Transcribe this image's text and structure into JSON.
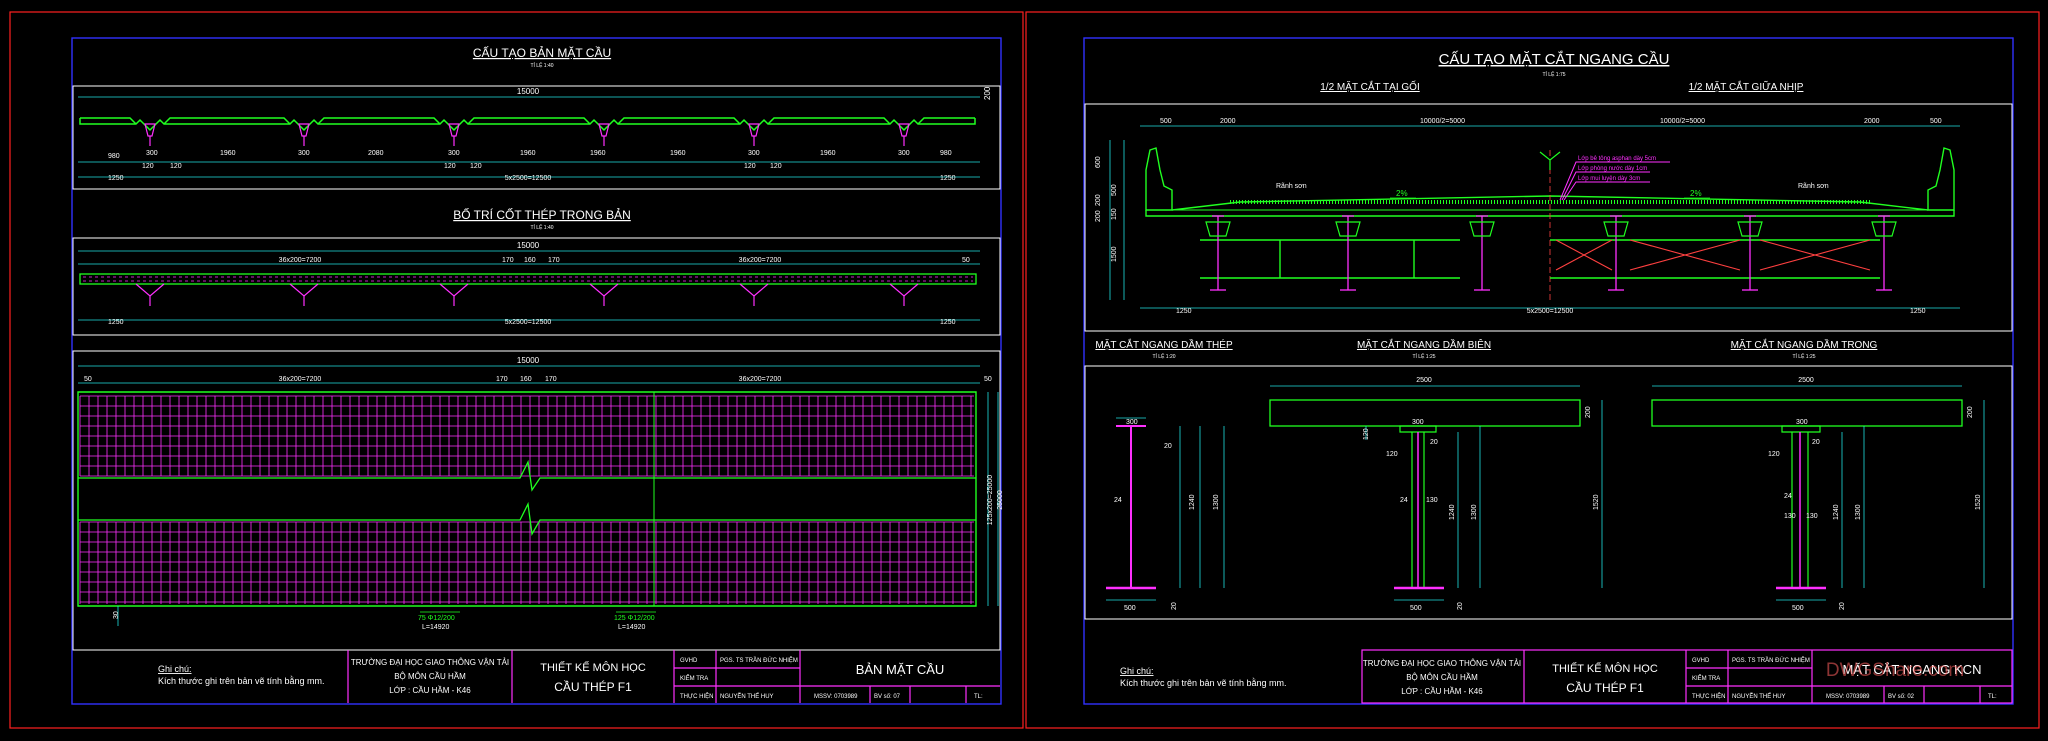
{
  "left_sheet": {
    "deck_title": "CẤU TẠO BẢN MẶT CẦU",
    "deck_scale": "TỈ LỆ 1:40",
    "deck_dims": {
      "total": "15000",
      "height": "200",
      "segments": [
        "980",
        "300",
        "120",
        "120",
        "1960",
        "300",
        "2080",
        "300",
        "1960",
        "120",
        "120",
        "1960",
        "300",
        "1960",
        "120",
        "120",
        "1960",
        "300",
        "980"
      ],
      "bottom_left": "1250",
      "bottom_mid": "5x2500=12500",
      "bottom_right": "1250"
    },
    "rebar_title": "BỐ TRÍ CỐT THÉP TRONG BẢN",
    "rebar_scale": "TỈ LỆ 1:40",
    "rebar_dims": {
      "total": "15000",
      "left": "36x200=7200",
      "mid1": "170",
      "mid2": "160",
      "mid3": "170",
      "right": "36x200=7200",
      "end": "50",
      "bottom_left": "1250",
      "bottom_mid": "5x2500=12500",
      "bottom_right": "1250"
    },
    "plan_dims": {
      "total": "15000",
      "left": "36x200=7200",
      "mid1": "170",
      "mid2": "160",
      "mid3": "170",
      "right": "36x200=7200",
      "end_left": "50",
      "end_right": "50",
      "side_1": "125x200=25000",
      "side_2": "25000",
      "bottom_left": "30",
      "bar_label_1": "75 Φ12/200",
      "bar_label_1b": "L=14920",
      "bar_label_2": "125 Φ12/200",
      "bar_label_2b": "L=14920"
    },
    "notes_title": "Ghi chú:",
    "notes_text": "Kích thước ghi trên bản vẽ tính bằng mm.",
    "school": [
      "TRƯỜNG ĐẠI HỌC GIAO THÔNG VẬN TẢI",
      "BỘ MÔN CẦU HẦM",
      "LỚP : CẦU HẦM - K46"
    ],
    "project": [
      "THIẾT KẾ MÔN HỌC",
      "CẦU THÉP F1"
    ],
    "roles": [
      "GVHD",
      "KIỂM TRA",
      "THỰC HIỆN"
    ],
    "names": [
      "PGS. TS TRẦN ĐỨC NHIỆM",
      "",
      "NGUYỄN THẾ HUY"
    ],
    "sheet_name": "BẢN MẶT CẦU",
    "mssv": "MSSV: 0703989",
    "sheet_no": "BV số: 07",
    "tl": "TL:"
  },
  "right_sheet": {
    "title": "CẤU TẠO MẶT CẮT NGANG CẦU",
    "scale": "TỈ LỆ 1:75",
    "half_left": "1/2 MẶT CẮT TẠI GỐI",
    "half_right": "1/2 MẶT CẮT GIỮA NHỊP",
    "top_dims": [
      "500",
      "2000",
      "10000/2=5000",
      "10000/2=5000",
      "2000",
      "500"
    ],
    "side_dims": [
      "600",
      "200",
      "500",
      "150",
      "200",
      "1500"
    ],
    "slope_left": "2%",
    "slope_right": "2%",
    "rail_label_left": "Rãnh sơn",
    "rail_label_right": "Rãnh sơn",
    "layers": [
      "Lớp bê tông asphan dày 5cm",
      "Lớp phòng nước dày 1cm",
      "Lớp mui luyện dày 3cm"
    ],
    "bottom_left": "1250",
    "bottom_mid": "5x2500=12500",
    "bottom_right": "1250",
    "sec_steel_title": "MẶT CẮT NGANG DẦM THÉP",
    "sec_steel_scale": "TỈ LỆ 1:20",
    "sec_edge_title": "MẶT CẮT NGANG DẦM BIÊN",
    "sec_edge_scale": "TỈ LỆ 1:25",
    "sec_mid_title": "MẶT CẮT NGANG DẦM TRONG",
    "sec_mid_scale": "TỈ LỆ 1:25",
    "steel_dims": [
      "300",
      "20",
      "24",
      "1240",
      "1300",
      "20",
      "500"
    ],
    "edge_dims": [
      "2500",
      "200",
      "120",
      "300",
      "20",
      "120",
      "24",
      "130",
      "1240",
      "1300",
      "1520",
      "500",
      "20"
    ],
    "mid_dims": [
      "2500",
      "200",
      "120",
      "300",
      "20",
      "24",
      "130",
      "130",
      "1240",
      "1300",
      "1520",
      "500",
      "20"
    ],
    "notes_title": "Ghi chú:",
    "notes_text": "Kích thước ghi trên bản vẽ tính bằng mm.",
    "school": [
      "TRƯỜNG ĐẠI HỌC GIAO THÔNG VẬN TẢI",
      "BỘ MÔN CẦU HẦM",
      "LỚP : CẦU HẦM - K46"
    ],
    "project": [
      "THIẾT KẾ MÔN HỌC",
      "CẦU THÉP F1"
    ],
    "roles": [
      "GVHD",
      "KIỂM TRA",
      "THỰC HIỆN"
    ],
    "names": [
      "PGS. TS TRẦN ĐỨC NHIỆM",
      "",
      "NGUYỄN THẾ HUY"
    ],
    "sheet_name": "MẶT CẮT NGANG KCN",
    "mssv": "MSSV: 0703989",
    "sheet_no": "BV số: 02",
    "tl": "TL:",
    "watermark": "DWGShare.com"
  },
  "colors": {
    "frame": "#ff2020",
    "border": "#3030ff",
    "green": "#20ff20",
    "cyan": "#20e0e0",
    "magenta": "#ff30ff",
    "white": "#ffffff",
    "yellow": "#ffff40",
    "red": "#ff4040"
  }
}
